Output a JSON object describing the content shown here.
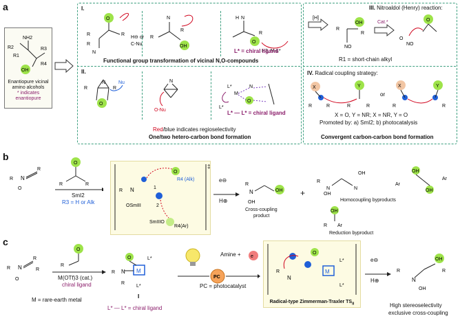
{
  "panel_a": {
    "label": "a",
    "start_box": {
      "title_line1": "Enantiopure vicinal",
      "title_line2": "amino alcohols",
      "note_line1": "* indicates",
      "note_line2": "enantiopure",
      "atoms": {
        "nh2": "NH2",
        "r1": "R1",
        "r2": "R2",
        "r3": "R3",
        "r4": "R4",
        "oh": "OH"
      }
    },
    "section_I": {
      "numeral": "I.",
      "caption": "Functional group transformation of vicinal N,O-compounds",
      "reagent_h_or": "H⊖ or",
      "reagent_cnu": "C-Nu",
      "reagent_h2": "H2, M-L*",
      "ligand_note": "L* = chiral ligand"
    },
    "section_II": {
      "numeral": "II.",
      "nu_label": "Nu",
      "o_nu_label": "O-Nu",
      "complex_labels": {
        "lstar": "L*",
        "m": "M",
        "n": "N",
        "o": "O"
      },
      "ligand_note": "L* — L* = chiral ligand",
      "regio_note_red": "Red",
      "regio_note_rest": "/blue indicates regioselectivity",
      "caption": "One/two hetero-carbon bond formation"
    },
    "section_III": {
      "numeral": "III.",
      "title": "Nitroaldol (Henry) reaction:",
      "reduction": "[H]",
      "catalyst": "Cat.*",
      "note": "R1 = short-chain alkyl"
    },
    "section_IV": {
      "numeral": "IV.",
      "title": "Radical coupling strategy:",
      "or_text": "or",
      "xy_note": "X = O, Y = NR; X = NR, Y = O",
      "promoted": "Promoted by: a) SmI2; b) photocatalysis",
      "caption": "Convergent carbon-carbon bond formation"
    }
  },
  "panel_b": {
    "label": "b",
    "reagent": "SmI2",
    "r3_note": "R3 = H or Alk",
    "ts_labels": {
      "alk": "R4 (Alk)",
      "ar": "R4(Ar)",
      "smiii_top": "OSmIII",
      "smiii_bot": "SmIIIO",
      "n1": "1",
      "n2": "2",
      "dagger": "‡"
    },
    "arrow_top": "e⊖",
    "arrow_bot": "H⊕",
    "product": "Cross-coupling",
    "product2": "product",
    "plus": "+",
    "homo": "Homocoupling byproducts",
    "reduction": "Reduction byproduct"
  },
  "panel_c": {
    "label": "c",
    "catalyst": "M(OTf)3 (cat.)",
    "ligand": "chiral ligand",
    "metal_note": "M = rare-earth metal",
    "intermediate": "I",
    "ligand_def": "L* — L* = chiral ligand",
    "amine": "Amine + ",
    "pc": "PC",
    "pc_note": "PC = photocatalyst",
    "ts_title": "Radical-type Zimmerman-Traxler TS",
    "ts_sub": "II",
    "arrow_top": "e⊖",
    "arrow_bot": "H⊕",
    "result1": "High stereoselectivity",
    "result2": "exclusive cross-coupling"
  },
  "colors": {
    "green": "#9ee34a",
    "teal_dash": "#3c9f7f",
    "highlight": "#fdfbe3",
    "red": "#d0021b",
    "blue": "#1f5fd8",
    "purple": "#8b1e6b"
  }
}
